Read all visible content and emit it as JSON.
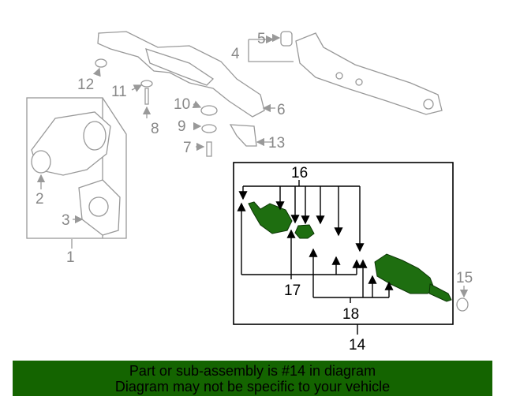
{
  "diagram": {
    "callouts": {
      "c1": "1",
      "c2": "2",
      "c3": "3",
      "c4": "4",
      "c5": "5",
      "c6": "6",
      "c7": "7",
      "c8": "8",
      "c9": "9",
      "c10": "10",
      "c11": "11",
      "c12": "12",
      "c13": "13",
      "c14": "14",
      "c15": "15",
      "c16": "16",
      "c17": "17",
      "c18": "18"
    },
    "highlight_color": "#1e6e10"
  },
  "banner": {
    "line1": "Part or sub-assembly is #14 in diagram",
    "line2": "Diagram may not be specific to your vehicle",
    "color": "#146400"
  }
}
